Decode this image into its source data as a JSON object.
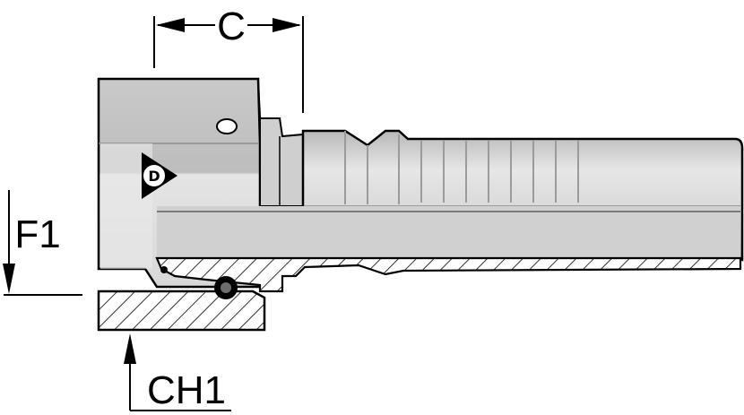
{
  "dimensions": {
    "c_label": "C",
    "f1_label": "F1",
    "ch1_label": "CH1"
  },
  "colors": {
    "metal_light": "#dcdcdc",
    "metal_mid": "#c4c4c4",
    "metal_dark": "#9a9a9a",
    "outline": "#000000",
    "background": "#ffffff"
  },
  "icons": {
    "logo": "dunlop-logo-icon"
  }
}
